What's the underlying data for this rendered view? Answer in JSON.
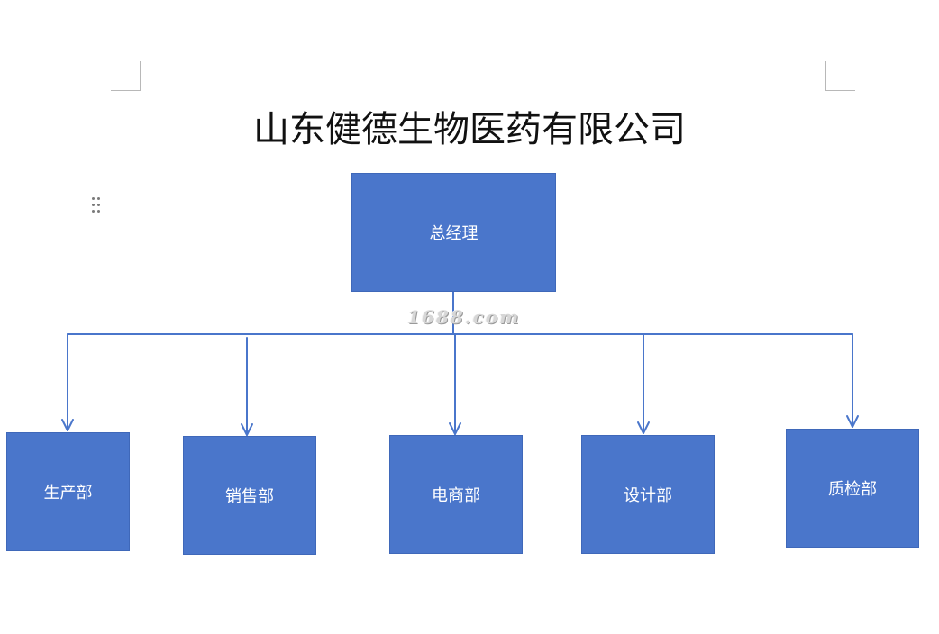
{
  "document": {
    "title": "山东健德生物医药有限公司"
  },
  "org_chart": {
    "root": {
      "label": "总经理"
    },
    "departments": [
      {
        "label": "生产部"
      },
      {
        "label": "销售部"
      },
      {
        "label": "电商部"
      },
      {
        "label": "设计部"
      },
      {
        "label": "质检部"
      }
    ]
  },
  "watermark": {
    "text": "1688.com"
  },
  "colors": {
    "box_fill": "#4a76cb",
    "box_border": "#3f68b9",
    "connector": "#4a76cb",
    "box_text": "#ffffff",
    "title_text": "#111111"
  },
  "icons": {
    "drag_handle": "drag-handle-icon"
  }
}
